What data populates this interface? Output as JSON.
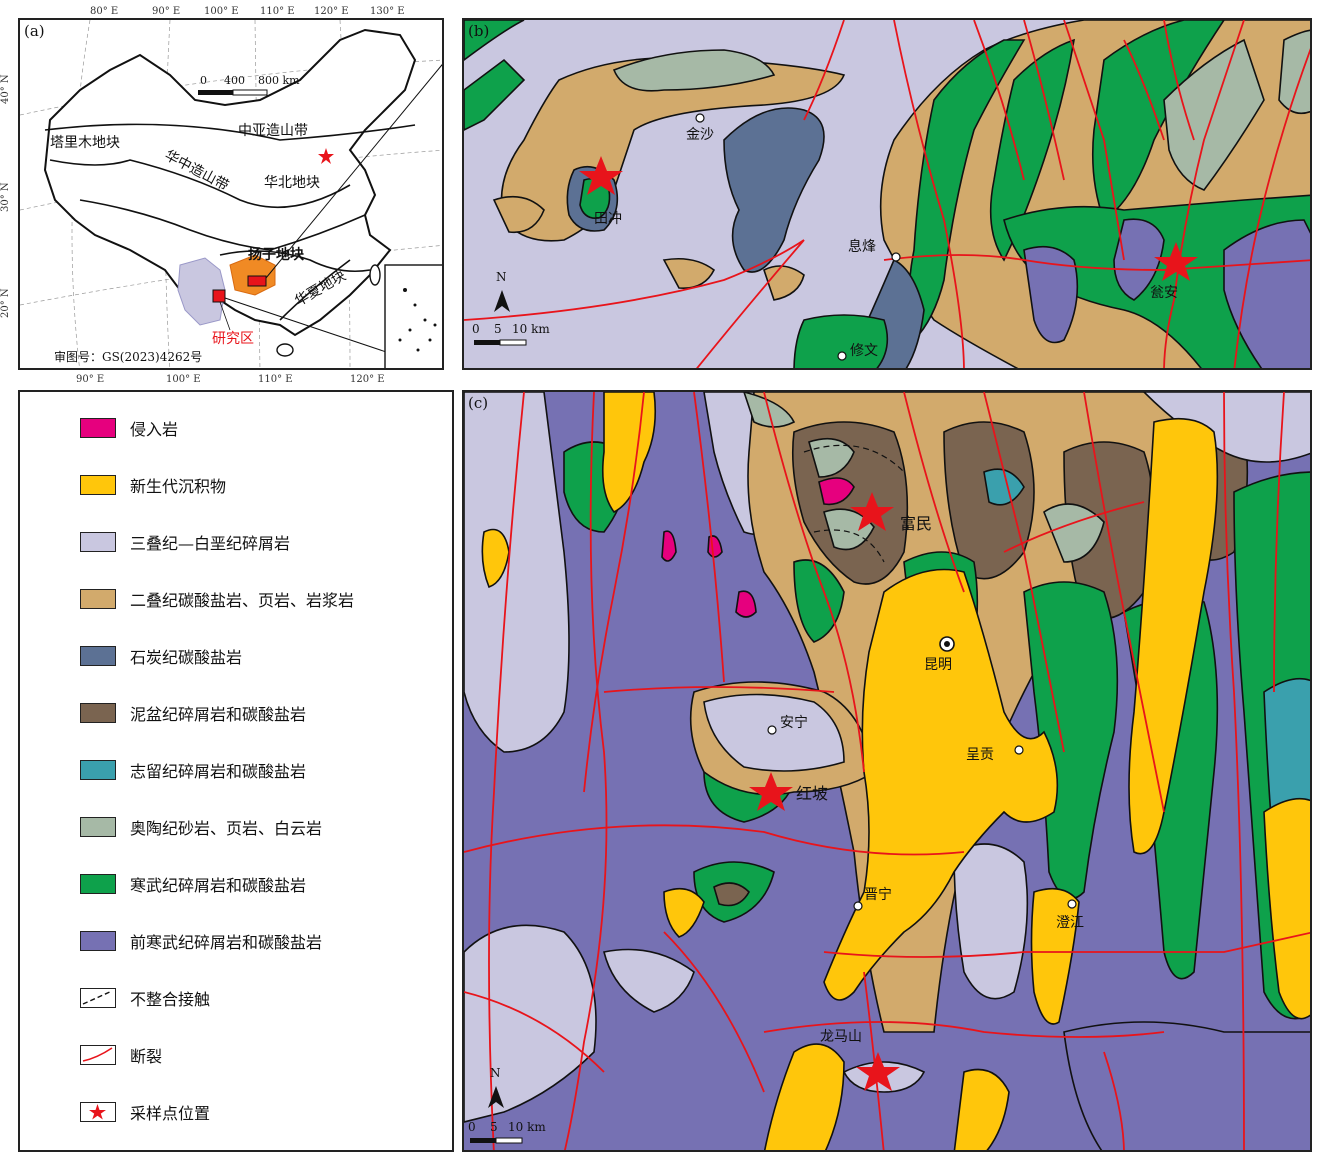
{
  "panel_a": {
    "label": "(a)",
    "ticks_top": [
      "80° E",
      "90° E",
      "100° E",
      "110° E",
      "120° E",
      "130° E"
    ],
    "ticks_bottom": [
      "90° E",
      "100° E",
      "110° E",
      "120° E"
    ],
    "ticks_left": [
      "40° N",
      "30° N",
      "20° N"
    ],
    "scale": {
      "zero": "0",
      "mid": "400",
      "end": "800 km"
    },
    "regions": {
      "central_asia": "中亚造山带",
      "tarim": "塔里木地块",
      "central_china": "华中造山带",
      "north_china": "华北地块",
      "yangtze": "扬子地块",
      "cathaysia": "华夏地块"
    },
    "study_area": "研究区",
    "approval": "审图号：GS(2023)4262号"
  },
  "panel_b": {
    "label": "(b)",
    "places": {
      "jinsha": "金沙",
      "tianchong": "田冲",
      "xifeng": "息烽",
      "wengan": "瓮安",
      "wengan2": "修文"
    },
    "north": "N",
    "scale": {
      "zero": "0",
      "mid": "5",
      "end": "10 km"
    }
  },
  "panel_c": {
    "label": "(c)",
    "places": {
      "fumin": "富民",
      "kunming": "昆明",
      "anning": "安宁",
      "hongpo": "红坡",
      "chenggong": "呈贡",
      "jinning": "晋宁",
      "chengjiang": "澄江",
      "longmashan": "龙马山"
    },
    "north": "N",
    "scale": {
      "zero": "0",
      "mid": "5",
      "end": "10 km"
    }
  },
  "legend": {
    "items": [
      {
        "label": "侵入岩",
        "color": "#e6007e"
      },
      {
        "label": "新生代沉积物",
        "color": "#ffc60b"
      },
      {
        "label": "三叠纪—白垩纪碎屑岩",
        "color": "#c9c7e0"
      },
      {
        "label": "二叠纪碳酸盐岩、页岩、岩浆岩",
        "color": "#d2aa6c"
      },
      {
        "label": "石炭纪碳酸盐岩",
        "color": "#5c7194"
      },
      {
        "label": "泥盆纪碎屑岩和碳酸盐岩",
        "color": "#7a6450"
      },
      {
        "label": "志留纪碎屑岩和碳酸盐岩",
        "color": "#3aa0ad"
      },
      {
        "label": "奥陶纪砂岩、页岩、白云岩",
        "color": "#a6b9a6"
      },
      {
        "label": "寒武纪碎屑岩和碳酸盐岩",
        "color": "#0ea14b"
      },
      {
        "label": "前寒武纪碎屑岩和碳酸盐岩",
        "color": "#7671b3"
      },
      {
        "label": "不整合接触",
        "color": "#ffffff"
      },
      {
        "label": "断裂",
        "color": "#ffffff"
      },
      {
        "label": "采样点位置",
        "color": "#ffffff"
      }
    ],
    "fault_color": "#e8141b",
    "star_color": "#e8141b"
  }
}
